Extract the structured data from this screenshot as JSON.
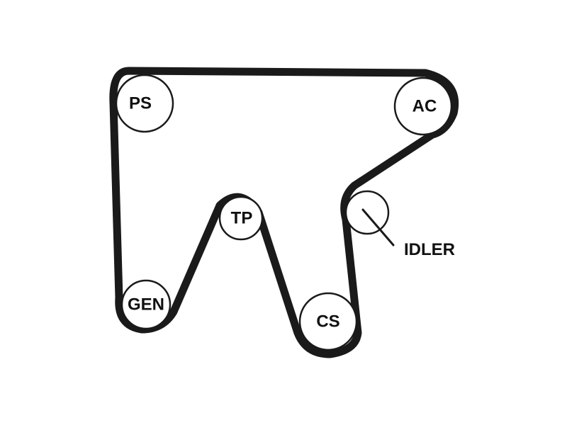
{
  "diagram": {
    "pulleys": {
      "ps": "PS",
      "ac": "AC",
      "tp": "TP",
      "gen": "GEN",
      "cs": "CS"
    },
    "callouts": {
      "idler": "IDLER"
    },
    "colors": {
      "belt": "#1a1a1a",
      "pulley_fill": "#ffffff",
      "background": "#ffffff"
    }
  }
}
